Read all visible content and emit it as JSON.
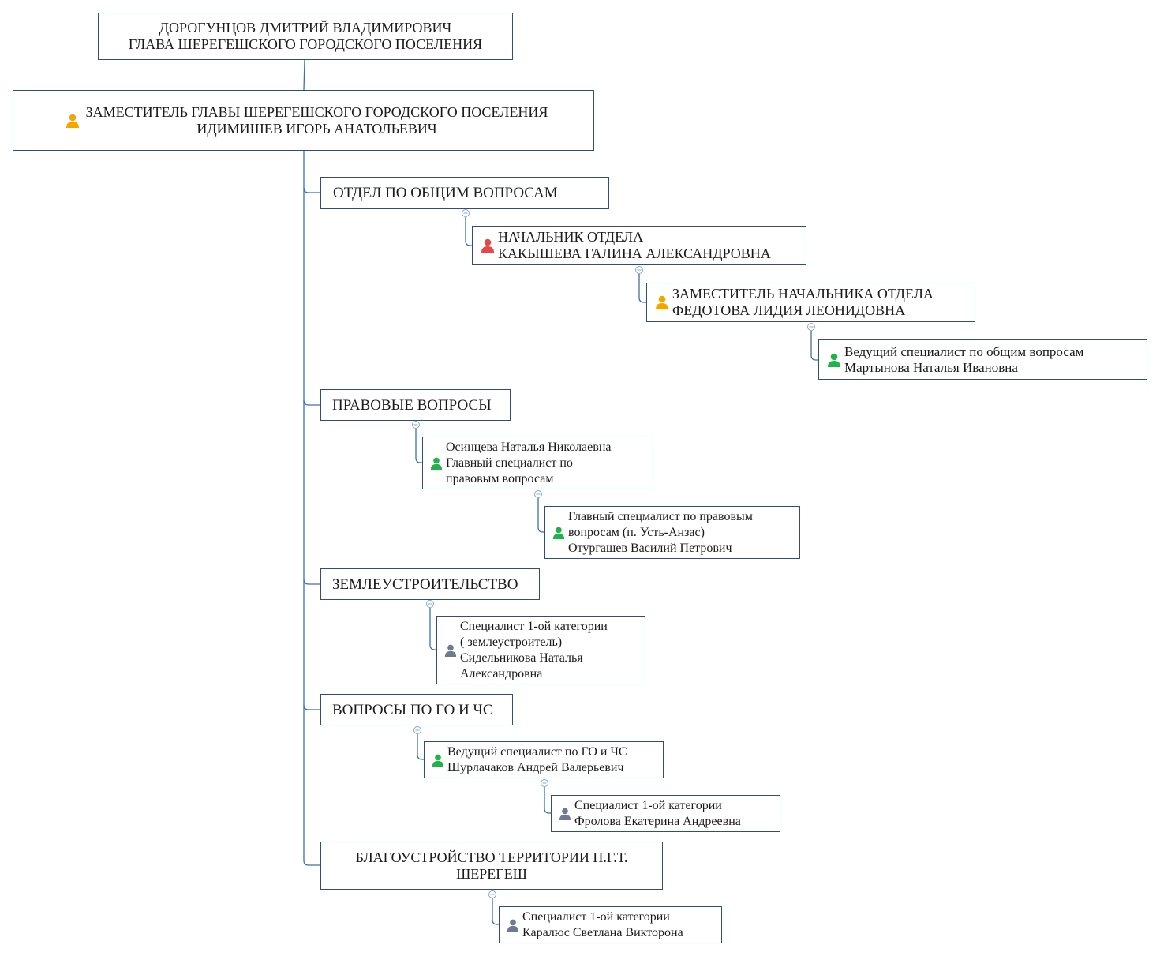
{
  "colors": {
    "border": "#2e4f79",
    "connector": "#3b6fb0",
    "icon_orange": "#f3a600",
    "icon_red": "#e54848",
    "icon_green": "#22b14c",
    "icon_gray": "#707a8f"
  },
  "nodes": {
    "head": {
      "text": "ДОРОГУНЦОВ ДМИТРИЙ ВЛАДИМИРОВИЧ\nГЛАВА ШЕРЕГЕШСКОГО ГОРОДСКОГО ПОСЕЛЕНИЯ",
      "icon": "none"
    },
    "deputy": {
      "text": "ЗАМЕСТИТЕЛЬ ГЛАВЫ ШЕРЕГЕШСКОГО ГОРОДСКОГО ПОСЕЛЕНИЯ\nИДИМИШЕВ ИГОРЬ АНАТОЛЬЕВИЧ",
      "icon": "person-orange"
    },
    "obshchie": {
      "text": "ОТДЕЛ ПО ОБЩИМ ВОПРОСАМ"
    },
    "nachalnik": {
      "text": "НАЧАЛЬНИК ОТДЕЛА\nКАКЫШЕВА ГАЛИНА АЛЕКСАНДРОВНА",
      "icon": "person-red"
    },
    "zam": {
      "text": "ЗАМЕСТИТЕЛЬ НАЧАЛЬНИКА ОТДЕЛА\nФЕДОТОВА ЛИДИЯ ЛЕОНИДОВНА",
      "icon": "person-orange"
    },
    "ved_obshchie": {
      "text": "Ведущий специалист по общим вопросам\nМартынова Наталья Ивановна",
      "icon": "person-green"
    },
    "pravovye": {
      "text": "ПРАВОВЫЕ ВОПРОСЫ"
    },
    "osintseva": {
      "text": "Осинцева Наталья Николаевна\nГлавный специалист по\nправовым вопросам",
      "icon": "person-green"
    },
    "oturgashev": {
      "text": "Главный спецмалист по правовым\nвопросам (п. Усть-Анзас)\nОтургашев  Василий Петрович",
      "icon": "person-green"
    },
    "zemle": {
      "text": "ЗЕМЛЕУСТРОИТЕЛЬСТВО"
    },
    "sidelnikova": {
      "text": "Специалист 1-ой категории\n( землеустроитель)\nСидельникова Наталья\nАлександровна",
      "icon": "person-gray"
    },
    "go": {
      "text": "ВОПРОСЫ ПО ГО И ЧС"
    },
    "shurlachakov": {
      "text": "Ведущий специалист по ГО и ЧС\nШурлачаков Андрей Валерьевич",
      "icon": "person-green"
    },
    "frolova": {
      "text": "Специалист 1-ой категории\nФролова Екатерина Андреевна",
      "icon": "person-gray"
    },
    "blago": {
      "text": "БЛАГОУСТРОЙСТВО  ТЕРРИТОРИИ  П.Г.Т.\nШЕРЕГЕШ"
    },
    "karalyus": {
      "text": "Специалист 1-ой категории\nКаралюс Светлана Викторона",
      "icon": "person-gray"
    }
  }
}
